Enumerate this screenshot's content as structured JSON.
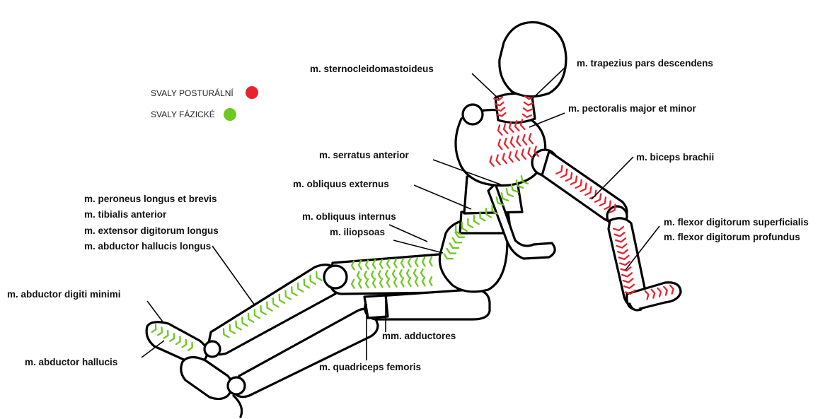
{
  "legend": {
    "postural": {
      "label": "SVALY POSTURÁLNÍ",
      "color": "#e8232f"
    },
    "phasic": {
      "label": "SVALY FÁZICKÉ",
      "color": "#6dc81f"
    }
  },
  "labels": {
    "sternocleidomastoideus": "m. sternocleidomastoideus",
    "trapezius": "m. trapezius pars descendens",
    "pectoralis": "m. pectoralis major et minor",
    "serratus": "m. serratus anterior",
    "obliquus_externus": "m. obliquus externus",
    "biceps": "m. biceps brachii",
    "peroneus": "m. peroneus longus et brevis",
    "tibialis": "m. tibialis anterior",
    "extensor": "m. extensor digitorum longus",
    "abductor_hallucis_longus": "m. abductor hallucis longus",
    "obliquus_internus": "m. obliquus internus",
    "iliopsoas": "m. iliopsoas",
    "flexor_superficialis": "m. flexor digitorum superficialis",
    "flexor_profundus": "m. flexor digitorum profundus",
    "abductor_digiti_minimi": "m. abductor digiti minimi",
    "adductores": "mm. adductores",
    "abductor_hallucis": "m. abductor hallucis",
    "quadriceps": "m. quadriceps femoris"
  }
}
